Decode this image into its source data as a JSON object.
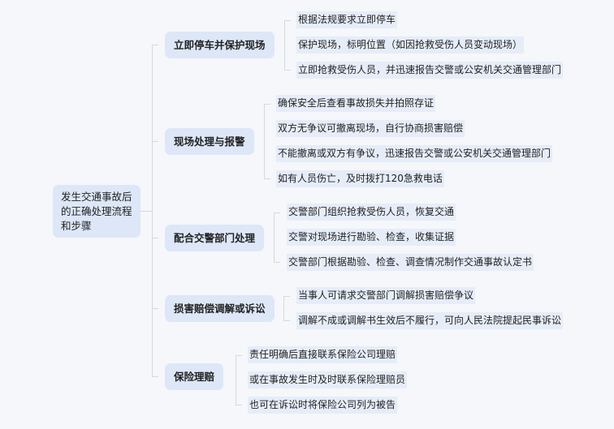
{
  "root": {
    "lines": [
      "发生交通事故后",
      "的正确处理流程",
      "和步骤"
    ]
  },
  "branches": [
    {
      "label": "立即停车并保护现场",
      "items": [
        "根据法规要求立即停车",
        "保护现场，标明位置（如因抢救受伤人员变动现场）",
        "立即抢救受伤人员，并迅速报告交警或公安机关交通管理部门"
      ]
    },
    {
      "label": "现场处理与报警",
      "items": [
        "确保安全后查看事故损失并拍照存证",
        "双方无争议可撤离现场，自行协商损害赔偿",
        "不能撤离或双方有争议，迅速报告交警或公安机关交通管理部门",
        "如有人员伤亡，及时拨打120急救电话"
      ]
    },
    {
      "label": "配合交警部门处理",
      "items": [
        "交警部门组织抢救受伤人员，恢复交通",
        "交警对现场进行勘验、检查，收集证据",
        "交警部门根据勘验、检查、调查情况制作交通事故认定书"
      ]
    },
    {
      "label": "损害赔偿调解或诉讼",
      "items": [
        "当事人可请求交警部门调解损害赔偿争议",
        "调解不成或调解书生效后不履行，可向人民法院提起民事诉讼"
      ]
    },
    {
      "label": "保险理赔",
      "items": [
        "责任明确后直接联系保险公司理赔",
        "或在事故发生时及时联系保险理赔员",
        "也可在诉讼时将保险公司列为被告"
      ]
    }
  ]
}
